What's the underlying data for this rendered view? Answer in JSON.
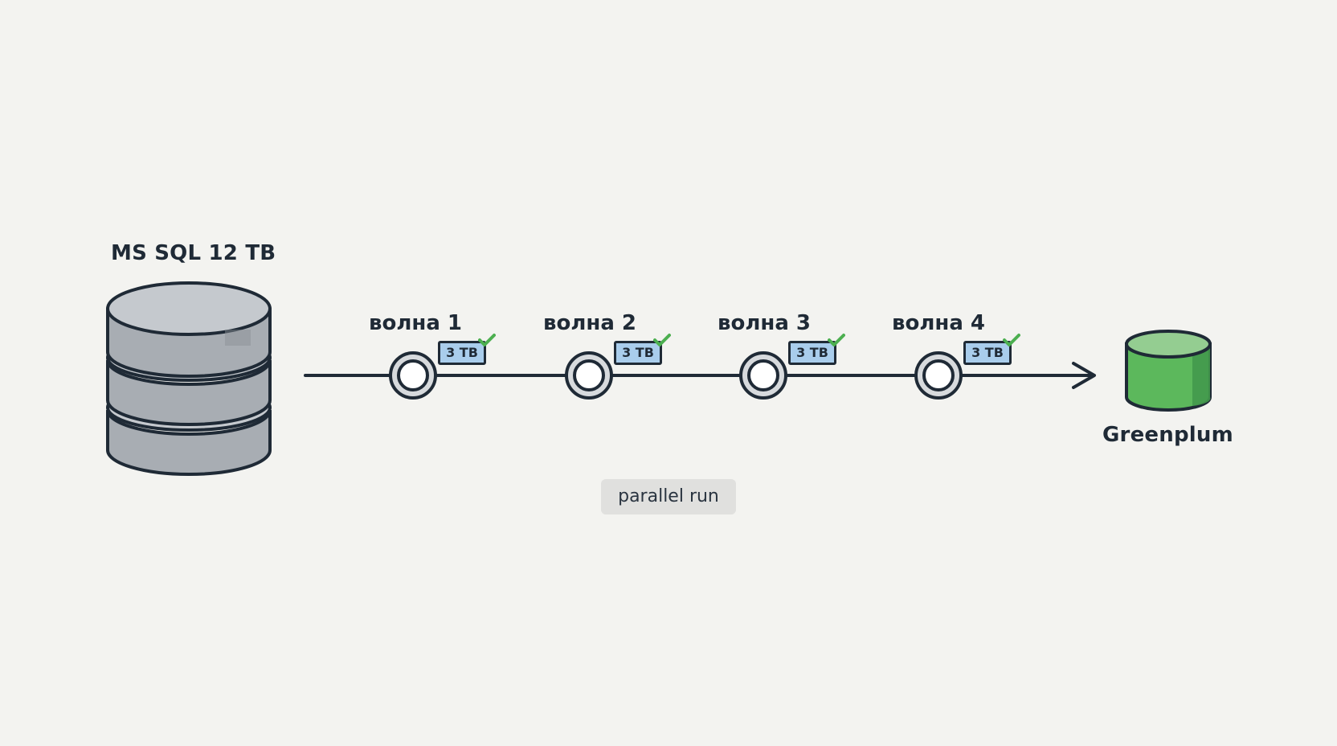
{
  "diagram": {
    "source": {
      "label": "MS SQL 12 TB",
      "icon": "database-cylinder-icon",
      "color": "#a8adb3"
    },
    "target": {
      "label": "Greenplum",
      "icon": "database-icon",
      "color": "#5cb85c"
    },
    "waves": [
      {
        "label": "волна 1",
        "badge": "3 TB"
      },
      {
        "label": "волна 2",
        "badge": "3 TB"
      },
      {
        "label": "волна 3",
        "badge": "3 TB"
      },
      {
        "label": "волна 4",
        "badge": "3 TB"
      }
    ],
    "note": "parallel run",
    "colors": {
      "line": "#1f2a36",
      "badge": "#a9cdec",
      "check": "#4caf50",
      "background": "#f3f3f0"
    }
  }
}
